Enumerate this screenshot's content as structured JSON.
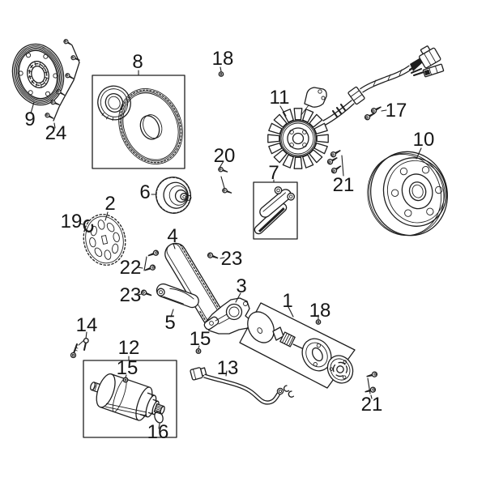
{
  "diagram": {
    "colors": {
      "background": "#ffffff",
      "ink": "#1e1e1e"
    }
  },
  "callouts": [
    {
      "label": "9"
    },
    {
      "label": "24"
    },
    {
      "label": "8"
    },
    {
      "label": "18"
    },
    {
      "label": "11"
    },
    {
      "label": "17"
    },
    {
      "label": "10"
    },
    {
      "label": "20"
    },
    {
      "label": "7"
    },
    {
      "label": "21"
    },
    {
      "label": "6"
    },
    {
      "label": "2"
    },
    {
      "label": "19"
    },
    {
      "label": "4"
    },
    {
      "label": "22"
    },
    {
      "label": "23"
    },
    {
      "label": "23"
    },
    {
      "label": "3"
    },
    {
      "label": "5"
    },
    {
      "label": "1"
    },
    {
      "label": "18"
    },
    {
      "label": "15"
    },
    {
      "label": "14"
    },
    {
      "label": "12"
    },
    {
      "label": "15"
    },
    {
      "label": "13"
    },
    {
      "label": "16"
    },
    {
      "label": "21"
    }
  ]
}
